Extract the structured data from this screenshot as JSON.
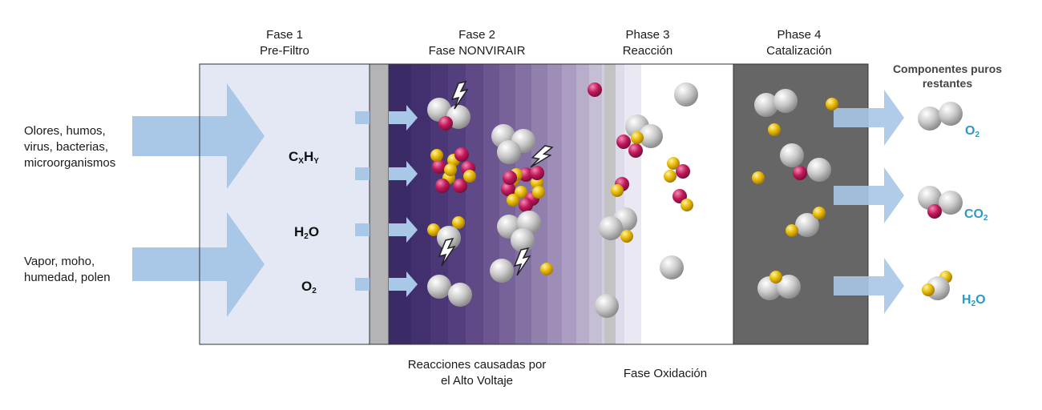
{
  "phases": [
    {
      "line1": "Fase 1",
      "line2": "Pre-Filtro"
    },
    {
      "line1": "Fase 2",
      "line2": "Fase NONVIRAIR"
    },
    {
      "line1": "Phase 3",
      "line2": "Reacción"
    },
    {
      "line1": "Phase 4",
      "line2": "Catalización"
    }
  ],
  "inputs": [
    {
      "lines": [
        "Olores, humos,",
        "virus, bacterias,",
        "microorganismos"
      ]
    },
    {
      "lines": [
        "Vapor, moho,",
        "humedad, polen"
      ]
    }
  ],
  "molecules_in": [
    {
      "base1": "C",
      "sub1": "X",
      "base2": "H",
      "sub2": "Y",
      "base3": ""
    },
    {
      "base1": "H",
      "sub1": "2",
      "base2": "O",
      "sub2": "",
      "base3": ""
    },
    {
      "base1": "O",
      "sub1": "2",
      "base2": "",
      "sub2": "",
      "base3": ""
    }
  ],
  "components_title": [
    "Componentes puros",
    "restantes"
  ],
  "molecules_out": [
    {
      "base1": "O",
      "sub1": "2",
      "base2": ""
    },
    {
      "base1": "CO",
      "sub1": "2",
      "base2": ""
    },
    {
      "base1": "H",
      "sub1": "2",
      "base2": "O"
    }
  ],
  "bottom_labels": {
    "voltage": [
      "Reacciones causadas por",
      "el Alto Voltaje"
    ],
    "oxidation": "Fase Oxidación"
  },
  "colors": {
    "prefilter": "#e3e8f4",
    "arrow": "#a9c7e6",
    "dark_purple": "#3a2a66",
    "catalyst": "#666666",
    "oxygen": "#c8c8c8",
    "carbon": "#c2185b",
    "hydrogen": "#e6b800",
    "out_label": "#2a9bc2"
  },
  "icons": [
    "lightning-icon",
    "oxygen-atom-icon",
    "carbon-atom-icon",
    "hydrogen-atom-icon"
  ]
}
